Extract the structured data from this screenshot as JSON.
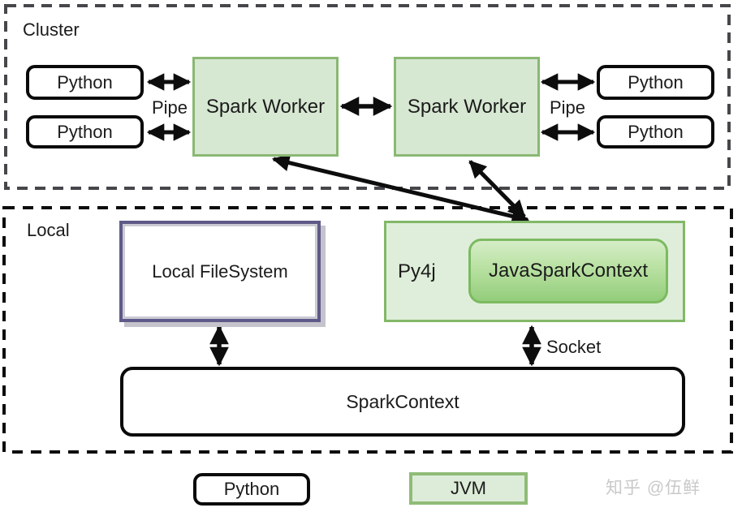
{
  "cluster": {
    "label": "Cluster",
    "python_nodes": [
      "Python",
      "Python",
      "Python",
      "Python"
    ],
    "workers": [
      "Spark Worker",
      "Spark Worker"
    ],
    "pipe_labels": [
      "Pipe",
      "Pipe"
    ]
  },
  "local": {
    "label": "Local",
    "filesystem_label": "Local FileSystem",
    "py4j_label": "Py4j",
    "java_spark_context_label": "JavaSparkContext",
    "spark_context_label": "SparkContext",
    "socket_label": "Socket"
  },
  "legend": {
    "python_label": "Python",
    "jvm_label": "JVM"
  },
  "watermark": "知乎 @伍鲜",
  "colors": {
    "jvm_fill": "#d7e8d2",
    "jvm_border": "#8ab873",
    "py4j_fill": "#dfeeda",
    "jsc_gradient_top": "#d5edc7",
    "jsc_gradient_bottom": "#93cd7b",
    "jsc_border": "#7cba61",
    "filesystem_border": "#5e5a88",
    "filesystem_shadow": "#c5c4cc",
    "python_border": "#0a0a0a",
    "cluster_dash": "#46464b",
    "local_dash": "#0d0d0d",
    "arrow": "#0d0d0d",
    "watermark_gray": "#c9c9c9"
  }
}
